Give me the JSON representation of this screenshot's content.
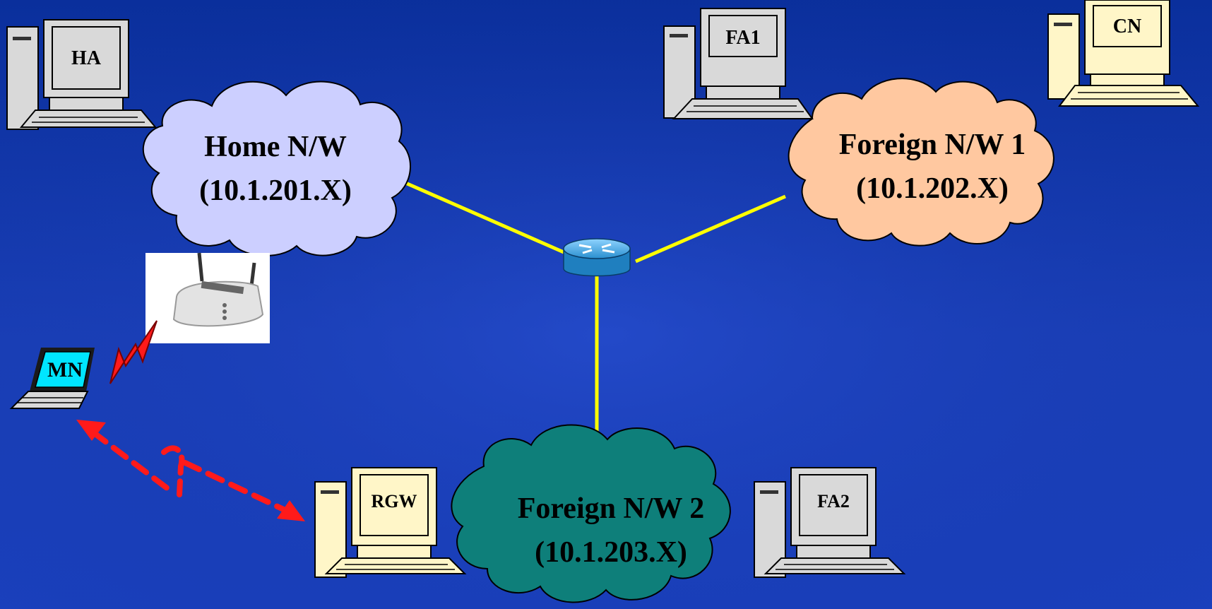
{
  "networks": {
    "home": {
      "name": "Home N/W",
      "subnet": "(10.1.201.X)",
      "fill": "#cccfff"
    },
    "foreign1": {
      "name": "Foreign N/W 1",
      "subnet": "(10.1.202.X)",
      "fill": "#ffc8a0"
    },
    "foreign2": {
      "name": "Foreign N/W 2",
      "subnet": "(10.1.203.X)",
      "fill": "#0e7f7a"
    }
  },
  "hosts": {
    "ha": {
      "label": "HA",
      "color": "#d9d9d9"
    },
    "fa1": {
      "label": "FA1",
      "color": "#d9d9d9"
    },
    "cn": {
      "label": "CN",
      "color": "#fff6c8"
    },
    "rgw": {
      "label": "RGW",
      "color": "#fff6c8"
    },
    "fa2": {
      "label": "FA2",
      "color": "#d9d9d9"
    },
    "mn": {
      "label": "MN",
      "color": "#00e5ff"
    }
  },
  "colors": {
    "background": "#1533a8",
    "link": "#ffff00",
    "signal": "#ff1a1a",
    "router": "#3aa0d8"
  }
}
